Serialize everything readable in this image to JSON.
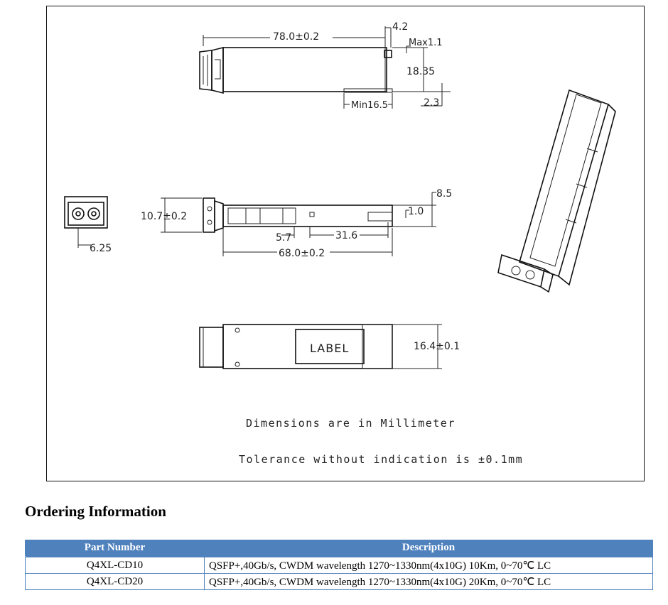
{
  "drawing": {
    "top_view": {
      "length": "78.0±0.2",
      "offset_top": "4.2",
      "max_label": "Max1.1",
      "height": "18.35",
      "min_label": "Min16.5",
      "step": "2.3"
    },
    "front_view": {
      "width": "6.25"
    },
    "side_view": {
      "height": "10.7±0.2",
      "a": "8.5",
      "b": "1.0",
      "c": "5.7",
      "d": "31.6",
      "length": "68.0±0.2"
    },
    "bottom_view": {
      "label_text": "LABEL",
      "width": "16.4±0.1"
    },
    "notes": [
      "Dimensions are in Millimeter",
      "Tolerance without indication is ±0.1mm"
    ]
  },
  "ordering": {
    "title": "Ordering Information",
    "headers": [
      "Part Number",
      "Description"
    ],
    "rows": [
      {
        "part": "Q4XL-CD10",
        "desc": "QSFP+,40Gb/s, CWDM wavelength 1270~1330nm(4x10G) 10Km, 0~70℃  LC"
      },
      {
        "part": "Q4XL-CD20",
        "desc": "QSFP+,40Gb/s, CWDM wavelength 1270~1330nm(4x10G) 20Km, 0~70℃  LC"
      }
    ]
  },
  "colors": {
    "header_bg": "#4f81bd",
    "header_text": "#ffffff",
    "border": "#4f81bd"
  }
}
